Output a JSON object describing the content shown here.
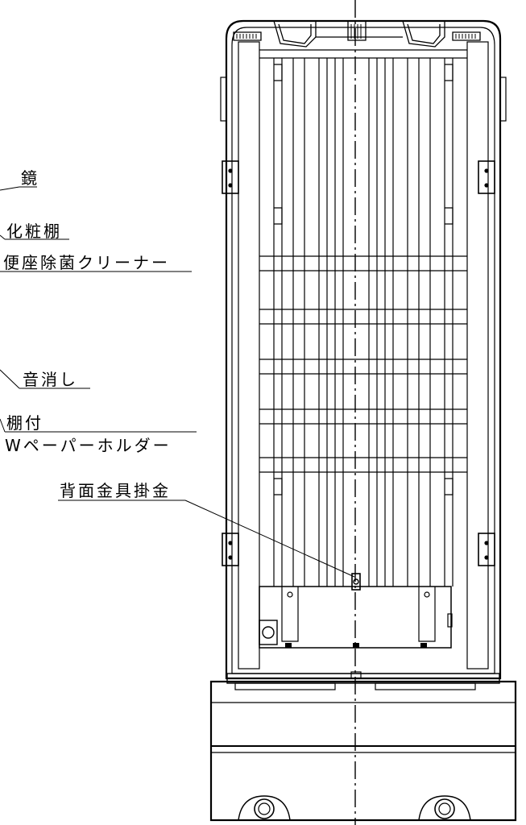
{
  "diagram": {
    "labels": {
      "mirror": "鏡",
      "cosmetic_shelf": "化粧棚",
      "toilet_seat_cleaner": "便座除菌クリーナー",
      "sound_masker": "音消し",
      "shelf_attached": "棚付",
      "double_paper_holder": "Wペーパーホルダー",
      "back_bracket_hook": "背面金具掛金"
    }
  }
}
